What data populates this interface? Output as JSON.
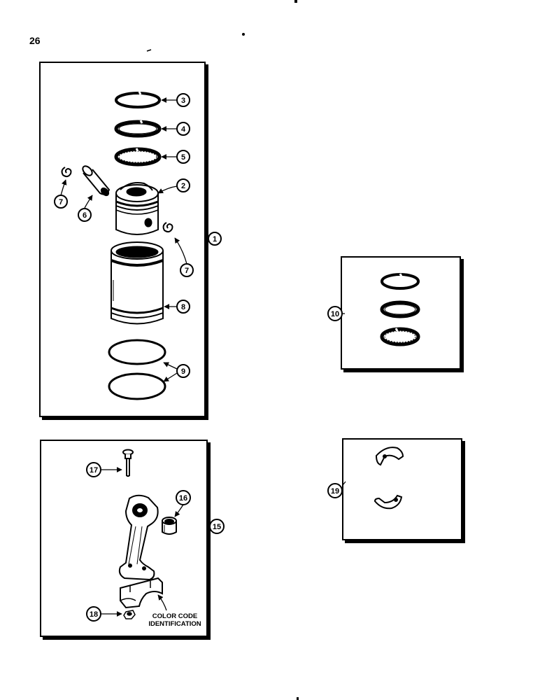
{
  "page": {
    "number": "26"
  },
  "callouts": {
    "c1": "1",
    "c2": "2",
    "c3": "3",
    "c4": "4",
    "c5": "5",
    "c6": "6",
    "c7a": "7",
    "c7b": "7",
    "c8": "8",
    "c9": "9",
    "c10": "10",
    "c15": "15",
    "c16": "16",
    "c17": "17",
    "c18": "18",
    "c19": "19"
  },
  "notes": {
    "color_code_line1": "COLOR CODE",
    "color_code_line2": "IDENTIFICATION"
  }
}
